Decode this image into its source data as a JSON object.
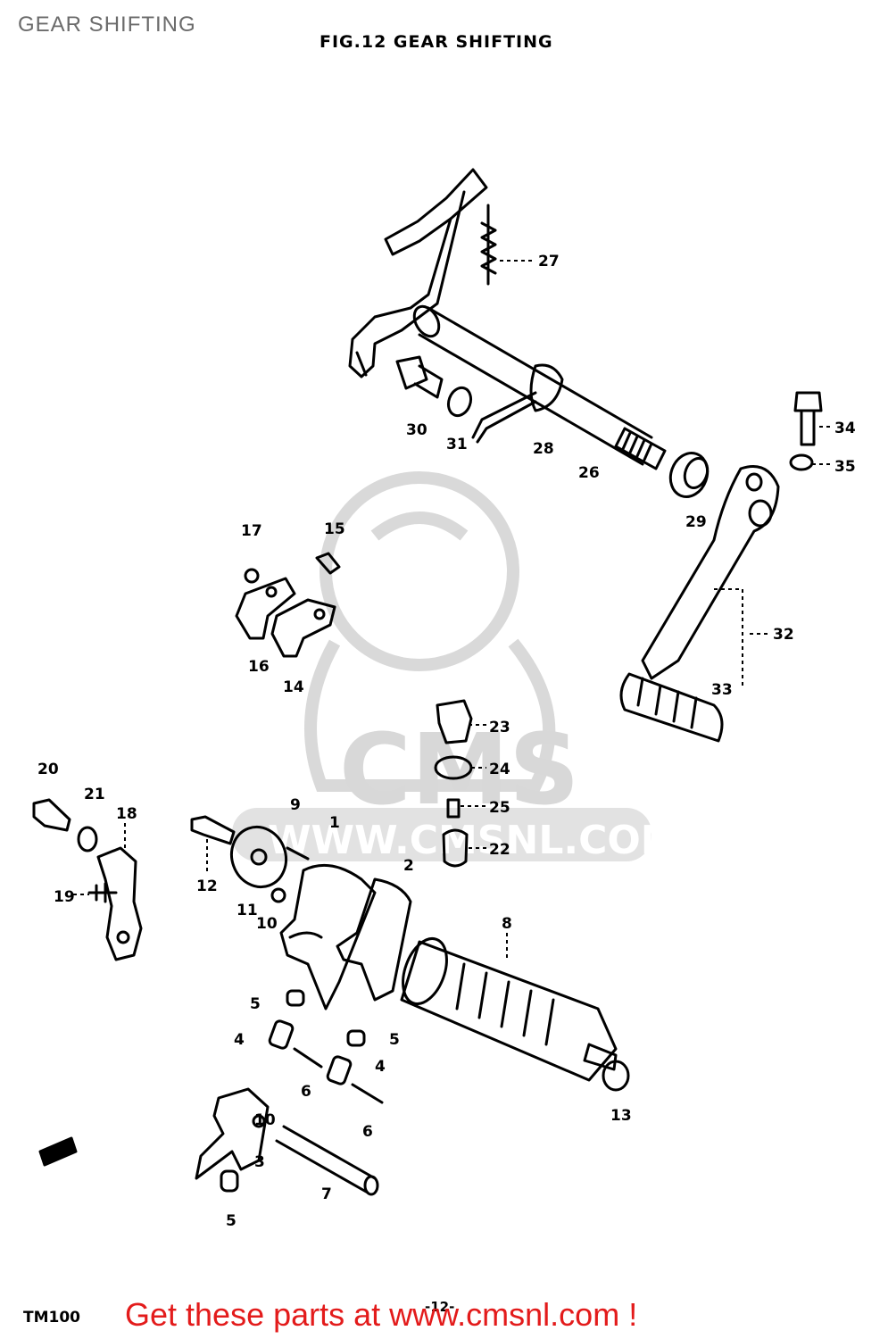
{
  "page_title": "GEAR SHIFTING",
  "figure_title": "FIG.12  GEAR SHIFTING",
  "model_code": "TM100",
  "page_number": "-12-",
  "watermark": {
    "brand": "CMS",
    "url": "WWW.CMSNL.COM"
  },
  "footer_ad": "Get these parts at www.cmsnl.com !",
  "part_labels": {
    "p1": "1",
    "p2": "2",
    "p3": "3",
    "p4a": "4",
    "p4b": "4",
    "p5a": "5",
    "p5b": "5",
    "p5c": "5",
    "p6a": "6",
    "p6b": "6",
    "p7": "7",
    "p8": "8",
    "p9": "9",
    "p10a": "10",
    "p10b": "10",
    "p11": "11",
    "p12": "12",
    "p13": "13",
    "p14": "14",
    "p15": "15",
    "p16": "16",
    "p17": "17",
    "p18": "18",
    "p19": "19",
    "p20": "20",
    "p21": "21",
    "p22": "22",
    "p23": "23",
    "p24": "24",
    "p25": "25",
    "p26": "26",
    "p27": "27",
    "p28": "28",
    "p29": "29",
    "p30": "30",
    "p31": "31",
    "p32": "32",
    "p33": "33",
    "p34": "34",
    "p35": "35"
  }
}
